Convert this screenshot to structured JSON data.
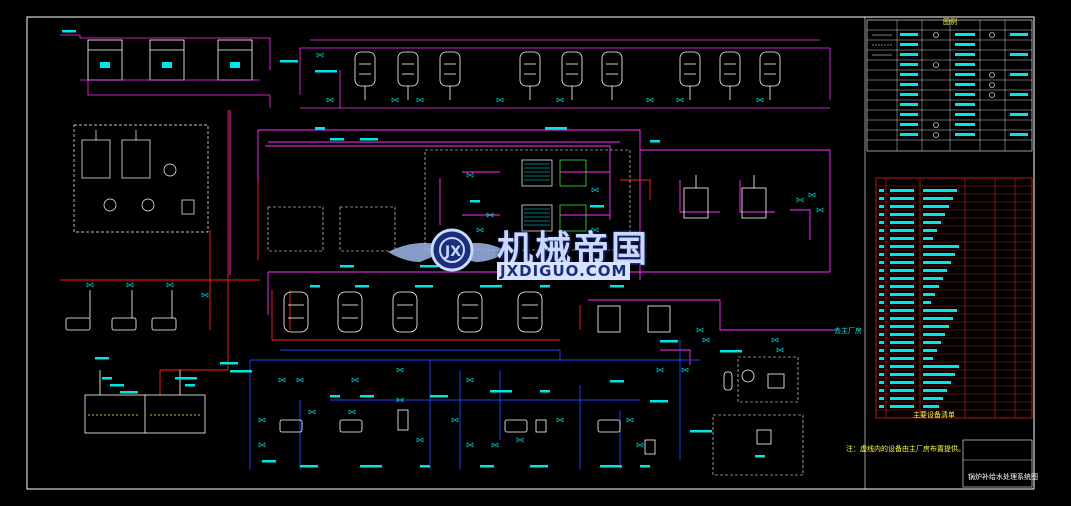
{
  "watermark": {
    "cn_text": "机械帝国",
    "en_text": "JXDIGUO.COM"
  },
  "title_block": {
    "drawing_title": "锅炉补给水处理系统图"
  },
  "legend": {
    "heading": "图例"
  },
  "equipment_list": {
    "heading": "主要设备清单"
  },
  "notes": {
    "note1": "注：虚线内的设备由主厂房布置提供。"
  },
  "flow_labels": {
    "to_main_plant": "去主厂房"
  },
  "colors": {
    "background": "#000000",
    "pipe_magenta": "#ff30ff",
    "pipe_red": "#ff2020",
    "pipe_blue": "#2040ff",
    "equipment_white": "#ffffff",
    "text_cyan": "#00e5e5",
    "text_yellow": "#ffff40",
    "frame_white": "#ffffff"
  }
}
